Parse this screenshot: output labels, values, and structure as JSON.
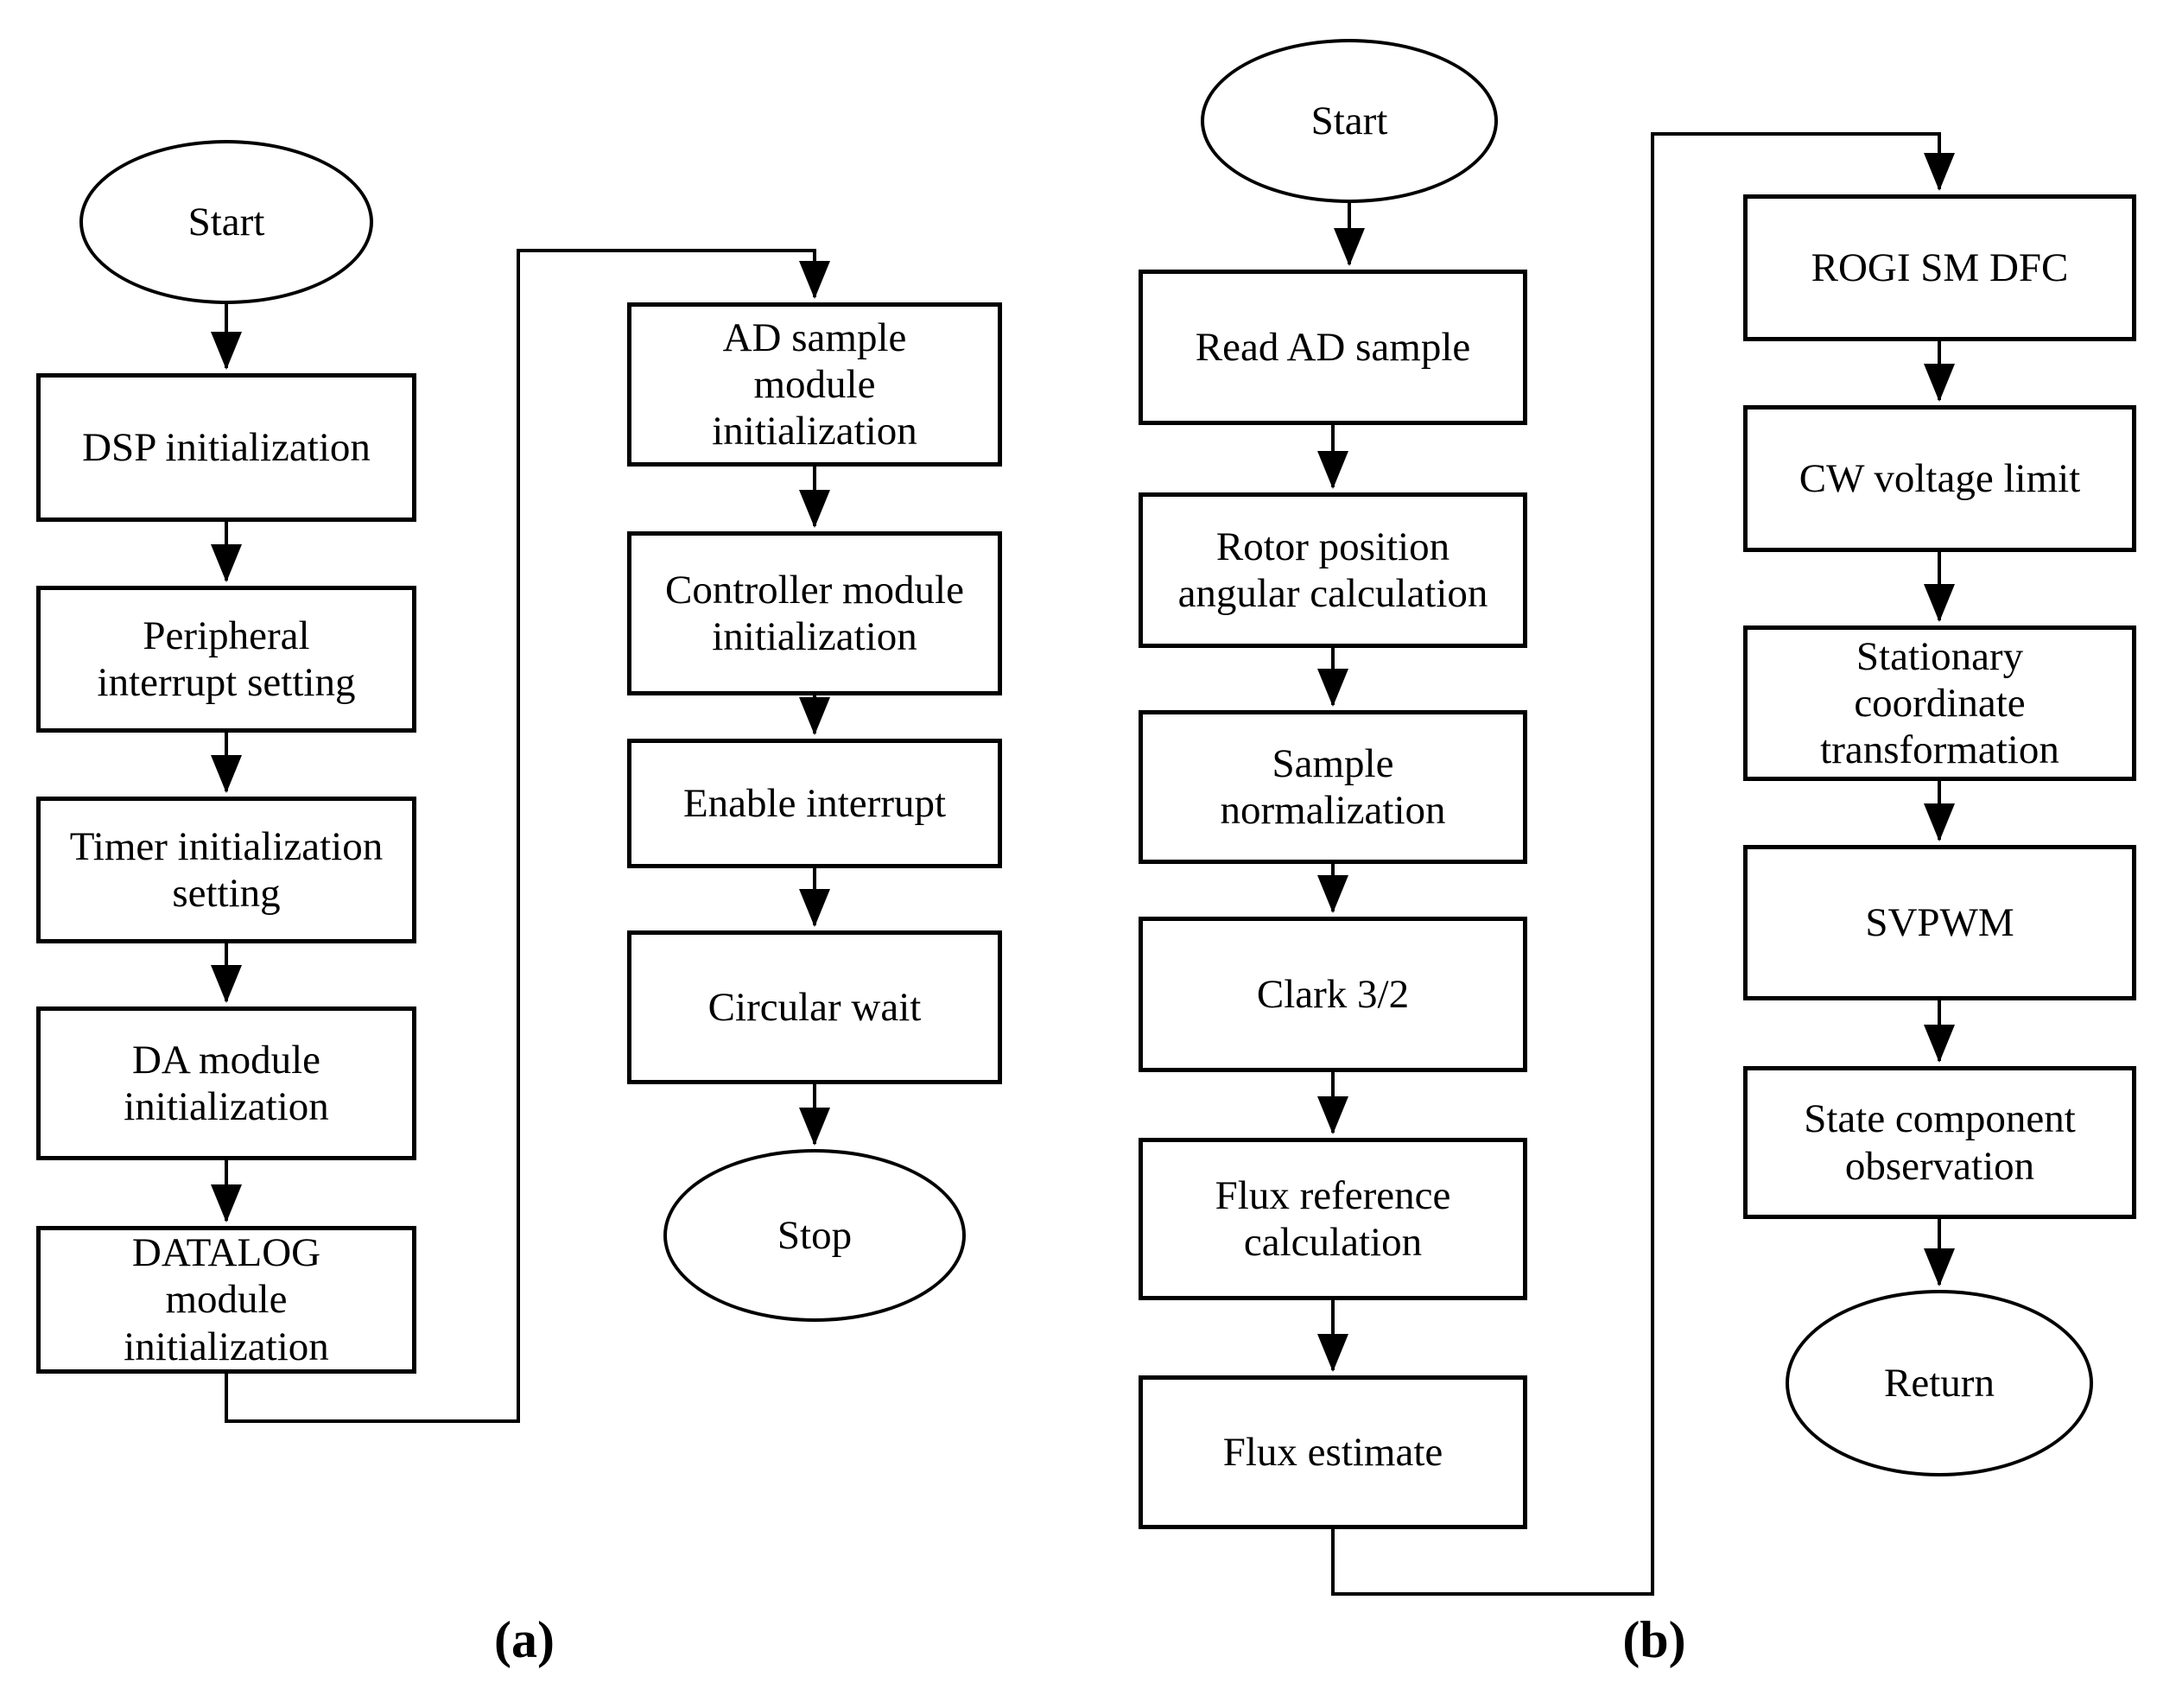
{
  "figure": {
    "type": "flowchart",
    "panel_a": {
      "caption": "(a)",
      "start_terminal": "Start",
      "end_terminal": "Stop",
      "steps": [
        "DSP initialization",
        "Peripheral\ninterrupt setting",
        "Timer initialization\nsetting",
        "DA module\ninitialization",
        "DATALOG\nmodule\ninitialization",
        "AD sample\nmodule\ninitialization",
        "Controller module\ninitialization",
        "Enable interrupt",
        "Circular wait"
      ]
    },
    "panel_b": {
      "caption": "(b)",
      "start_terminal": "Start",
      "end_terminal": "Return",
      "steps": [
        "Read AD sample",
        "Rotor position\nangular calculation",
        "Sample\nnormalization",
        "Clark 3/2",
        "Flux reference\ncalculation",
        "Flux estimate",
        "ROGI SM DFC",
        "CW voltage limit",
        "Stationary\ncoordinate\ntransformation",
        "SVPWM",
        "State component\nobservation"
      ]
    }
  }
}
